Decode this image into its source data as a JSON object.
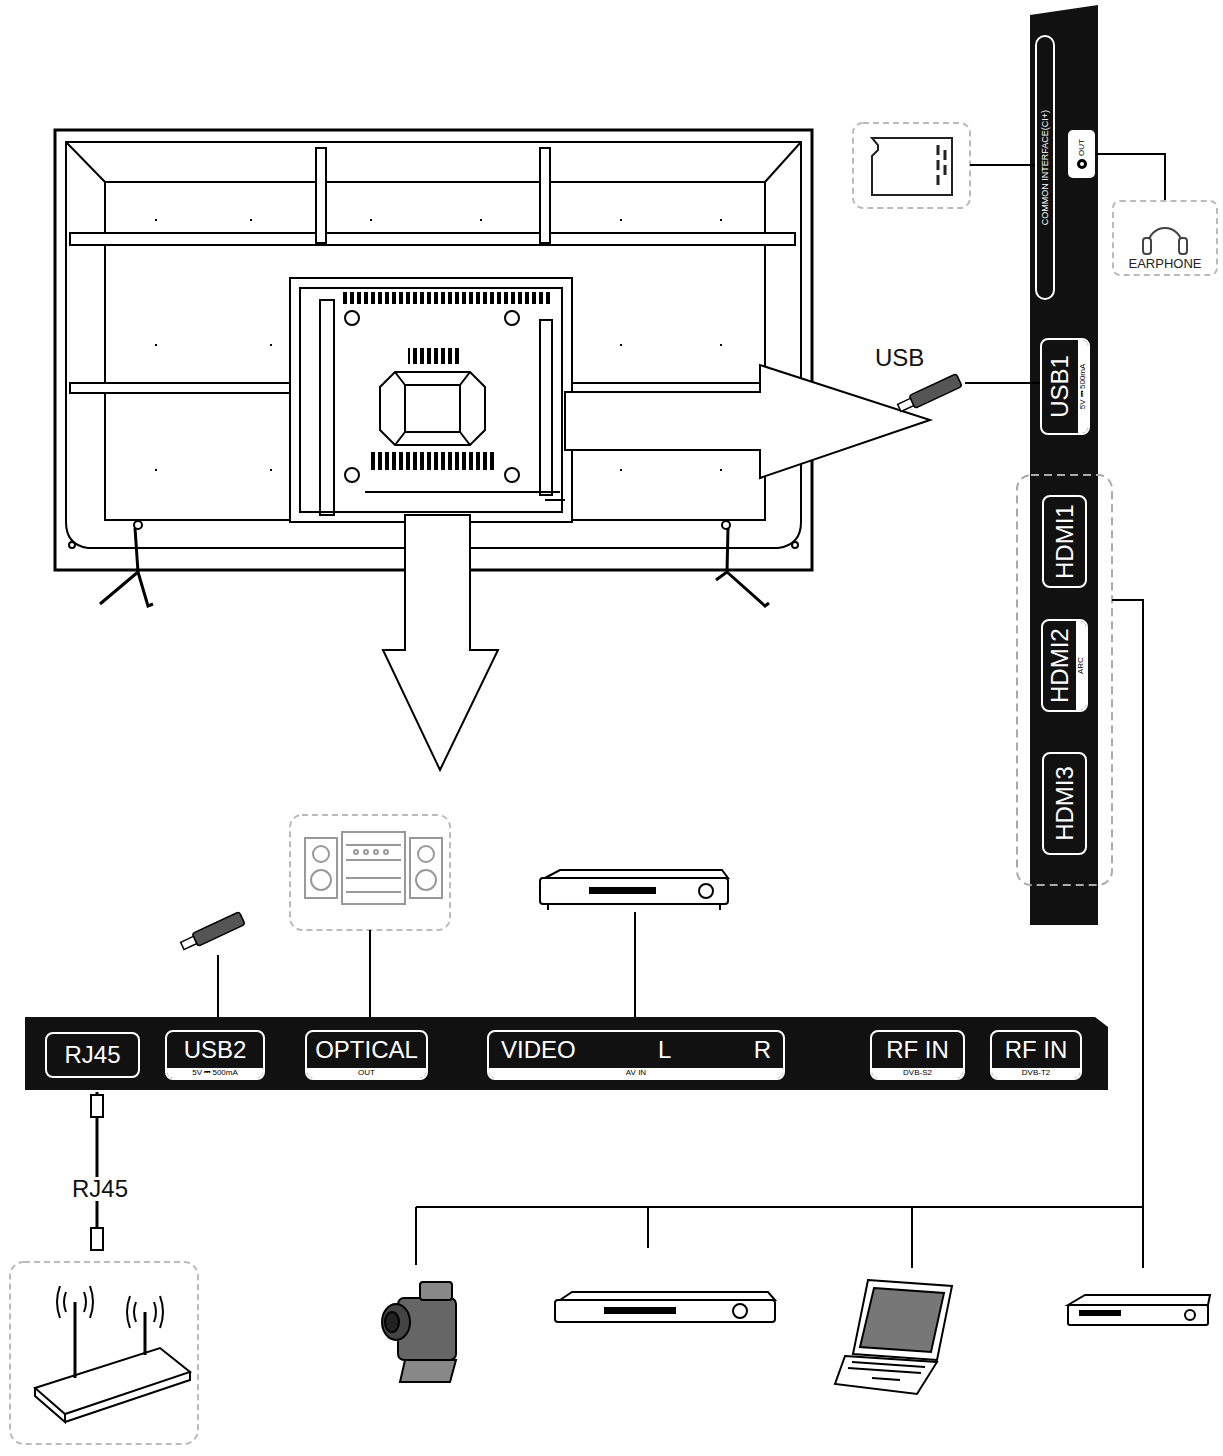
{
  "diagram": {
    "nodes": [
      {
        "text": [
          "COMMON INTERFACE(CI+)"
        ]
      },
      {
        "text": [
          "OUT"
        ]
      },
      {
        "text": [
          "EARPHONE"
        ]
      },
      {
        "text": [
          "USB1",
          "5V ⎓ 500mA"
        ]
      },
      {
        "text": [
          "HDMI1"
        ]
      },
      {
        "text": [
          "HDMI2",
          "ARC"
        ]
      },
      {
        "text": [
          "HDMI3"
        ]
      },
      {
        "text": [
          "RJ45"
        ]
      },
      {
        "text": [
          "USB2",
          "5V ⎓ 500mA"
        ]
      },
      {
        "text": [
          "OPTICAL",
          "OUT"
        ]
      },
      {
        "text": [
          "VIDEO",
          "L",
          "R",
          "AV IN"
        ]
      },
      {
        "text": [
          "RF IN",
          "DVB-S2"
        ]
      },
      {
        "text": [
          "RF IN",
          "DVB-T2"
        ]
      }
    ],
    "edges": [
      {
        "from": 1,
        "to": 2,
        "arrow": "none"
      }
    ],
    "labels": [
      "USB",
      "RJ45"
    ]
  }
}
